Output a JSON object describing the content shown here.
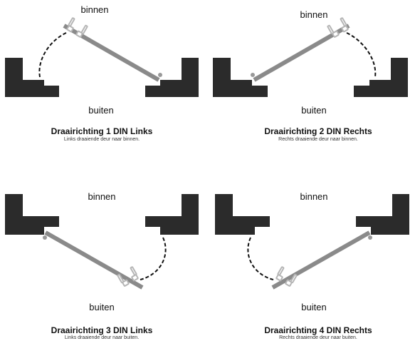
{
  "panels": [
    {
      "inner_label": "binnen",
      "outer_label": "buiten",
      "title": "Draairichting 1 DIN Links",
      "subtitle": "Links draaiende deur naar binnen."
    },
    {
      "inner_label": "binnen",
      "outer_label": "buiten",
      "title": "Draairichting 2 DIN Rechts",
      "subtitle": "Rechts draaiende deur naar binnen."
    },
    {
      "inner_label": "binnen",
      "outer_label": "buiten",
      "title": "Draairichting 3 DIN Links",
      "subtitle": "Links draaiende deur naar buiten."
    },
    {
      "inner_label": "binnen",
      "outer_label": "buiten",
      "title": "Draairichting 4 DIN Rechts",
      "subtitle": "Rechts draaiende deur naar buiten."
    }
  ],
  "colors": {
    "wall": "#2b2b2b",
    "door": "#8a8a8a",
    "handle": "#b5b5b5",
    "hinge": "#999999",
    "arc": "#111111"
  }
}
